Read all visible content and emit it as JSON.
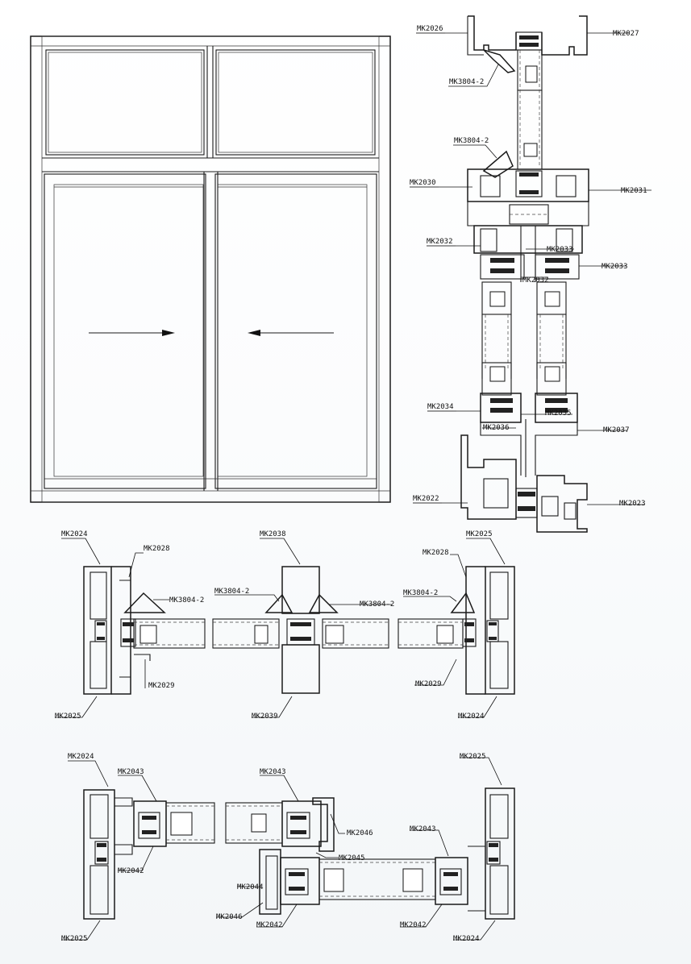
{
  "elevation": {
    "arrows": [
      "right",
      "left"
    ]
  },
  "labels": {
    "mk2026": "MK2026",
    "mk2027": "MK2027",
    "mk3804_top": "MK3804-2",
    "mk3804_mid": "MK3804-2",
    "mk2030": "MK2030",
    "mk2031": "MK2031",
    "mk2032": "MK2032",
    "mk2033_a": "MK2033",
    "mk2033_b": "MK2033",
    "mk2032_b": "MK2032",
    "mk2034": "MK2034",
    "mk2035": "MK2035",
    "mk2036": "MK2036",
    "mk2037": "MK2037",
    "mk2022": "MK2022",
    "mk2023": "MK2023",
    "h1_mk2024": "MK2024",
    "h1_mk2028_l": "MK2028",
    "h1_mk3804_l": "MK3804-2",
    "h1_mk2038": "MK2038",
    "h1_mk3804_cl": "MK3804-2",
    "h1_mk3804_cr": "MK3804-2",
    "h1_mk2025_r": "MK2025",
    "h1_mk2028_r": "MK2028",
    "h1_mk3804_r": "MK3804-2",
    "h1_mk2029_l": "MK2029",
    "h1_mk2029_r": "MK2029",
    "h1_mk2025_l": "MK2025",
    "h1_mk2039": "MK2039",
    "h1_mk2024_r": "MK2024",
    "h2_mk2024": "MK2024",
    "h2_mk2043_l": "MK2043",
    "h2_mk2043_c": "MK2043",
    "h2_mk2025_r": "MK2025",
    "h2_mk2046_a": "MK2046",
    "h2_mk2043_r": "MK2043",
    "h2_mk2045": "MK2045",
    "h2_mk2042_l": "MK2042",
    "h2_mk2044": "MK2044",
    "h2_mk2046_b": "MK2046",
    "h2_mk2042_c": "MK2042",
    "h2_mk2042_r": "MK2042",
    "h2_mk2025_l": "MK2025",
    "h2_mk2024_r": "MK2024"
  }
}
